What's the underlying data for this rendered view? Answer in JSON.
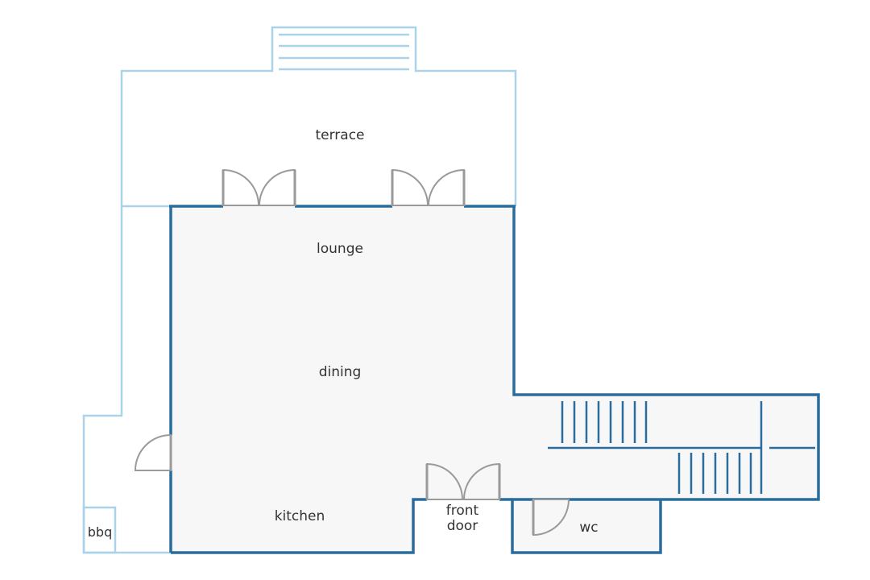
{
  "rooms": {
    "terrace": "terrace",
    "lounge": "lounge",
    "dining": "dining",
    "kitchen": "kitchen",
    "front_door_line1": "front",
    "front_door_line2": "door",
    "wc": "wc",
    "bbq": "bbq"
  },
  "colors": {
    "outer_wall": "#a9d3e8",
    "main_wall": "#2a6d9c",
    "door": "#9a9a9a",
    "floor": "#f7f7f7",
    "text": "#333333"
  }
}
